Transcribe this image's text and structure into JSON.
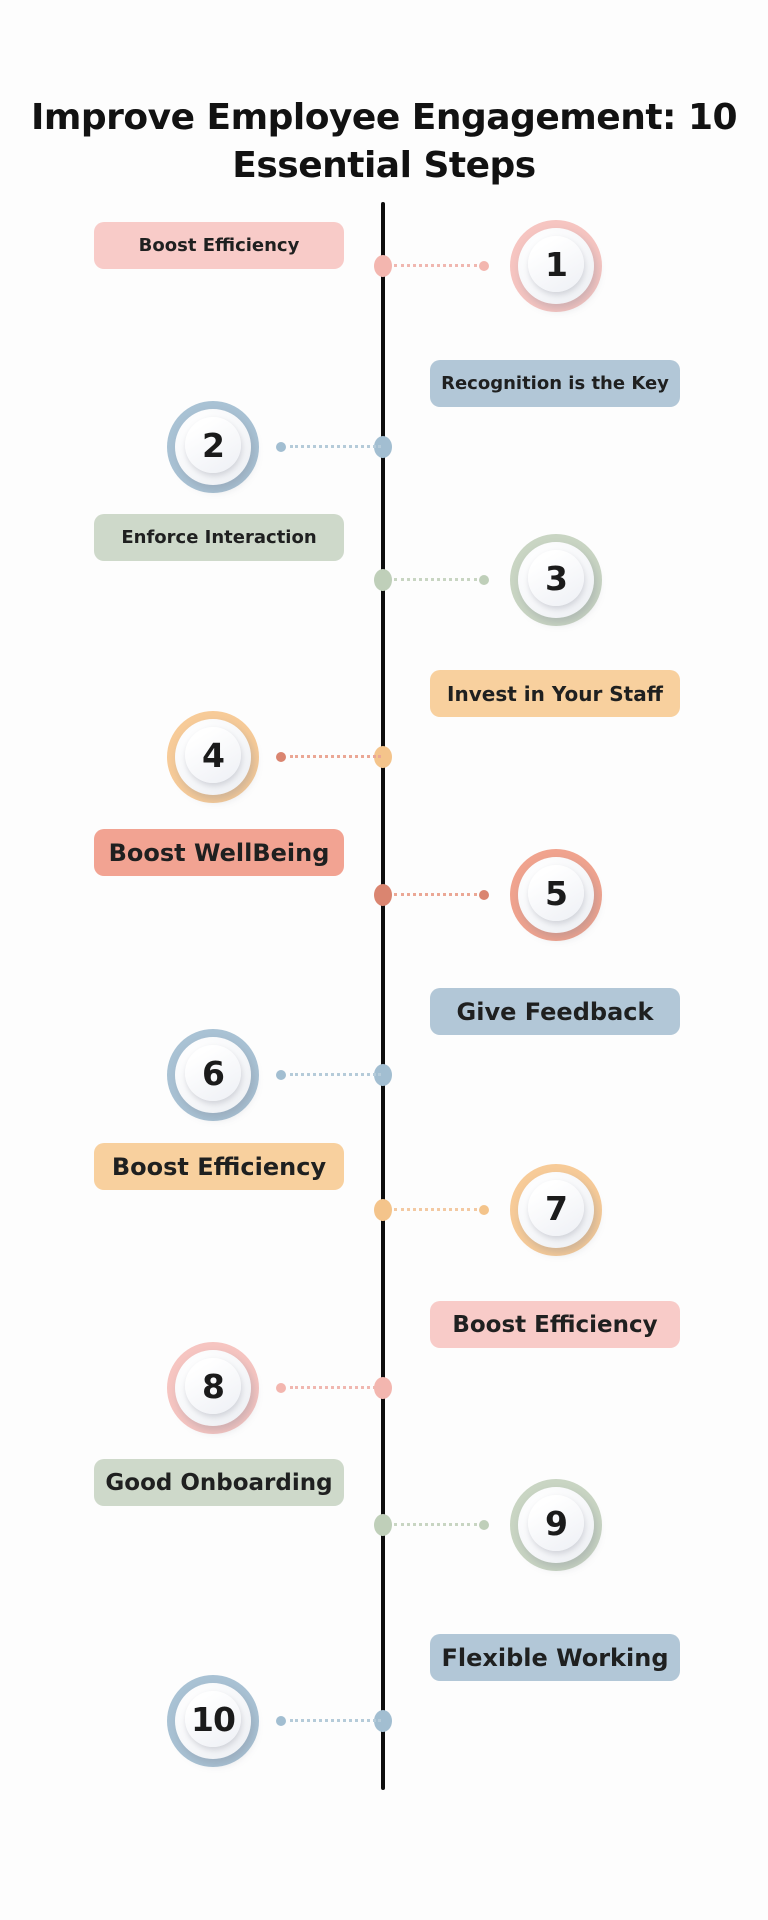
{
  "title": {
    "line1": "Improve Employee Engagement: 10",
    "line2": "Essential Steps"
  },
  "colors": {
    "background": "#fdfdfd",
    "timeline": "#0d0d0d",
    "title_text": "#121212",
    "label_text": "#1f2020",
    "number_text": "#1b1b1b"
  },
  "palette": {
    "pink": {
      "box": "#f8cbc8",
      "ring": "#f6c5c1",
      "dot": "#f3b6af",
      "connector": "#f0b7b0"
    },
    "blue": {
      "box": "#b2c7d7",
      "ring": "#a9c2d4",
      "dot": "#a2bed1",
      "connector": "#b5cbd9"
    },
    "green": {
      "box": "#ced9ca",
      "ring": "#c9d5c3",
      "dot": "#bfcfb9",
      "connector": "#c8d5c2"
    },
    "peach": {
      "box": "#f8d09e",
      "ring": "#f7cb98",
      "dot": "#f4c48b",
      "connector": "#f3c9a2"
    },
    "salmon": {
      "box": "#f2a392",
      "ring": "#f0a38e",
      "dot": "#da8570",
      "connector": "#eba795"
    }
  },
  "steps": [
    {
      "number": "1",
      "label": "Boost Efficiency",
      "circle_side": "right",
      "color": "pink"
    },
    {
      "number": "2",
      "label": "Recognition is the Key",
      "circle_side": "left",
      "color": "blue"
    },
    {
      "number": "3",
      "label": "Enforce Interaction",
      "circle_side": "right",
      "color": "green"
    },
    {
      "number": "4",
      "label": "Invest in Your Staff",
      "circle_side": "left",
      "color": "peach",
      "connector_color": "salmon"
    },
    {
      "number": "5",
      "label": "Boost WellBeing",
      "circle_side": "right",
      "color": "salmon"
    },
    {
      "number": "6",
      "label": "Give Feedback",
      "circle_side": "left",
      "color": "blue"
    },
    {
      "number": "7",
      "label": "Boost Efficiency",
      "circle_side": "right",
      "color": "peach"
    },
    {
      "number": "8",
      "label": "Boost Efficiency",
      "circle_side": "left",
      "color": "pink"
    },
    {
      "number": "9",
      "label": "Good Onboarding",
      "circle_side": "right",
      "color": "green"
    },
    {
      "number": "10",
      "label": "Flexible Working",
      "circle_side": "left",
      "color": "blue"
    }
  ]
}
